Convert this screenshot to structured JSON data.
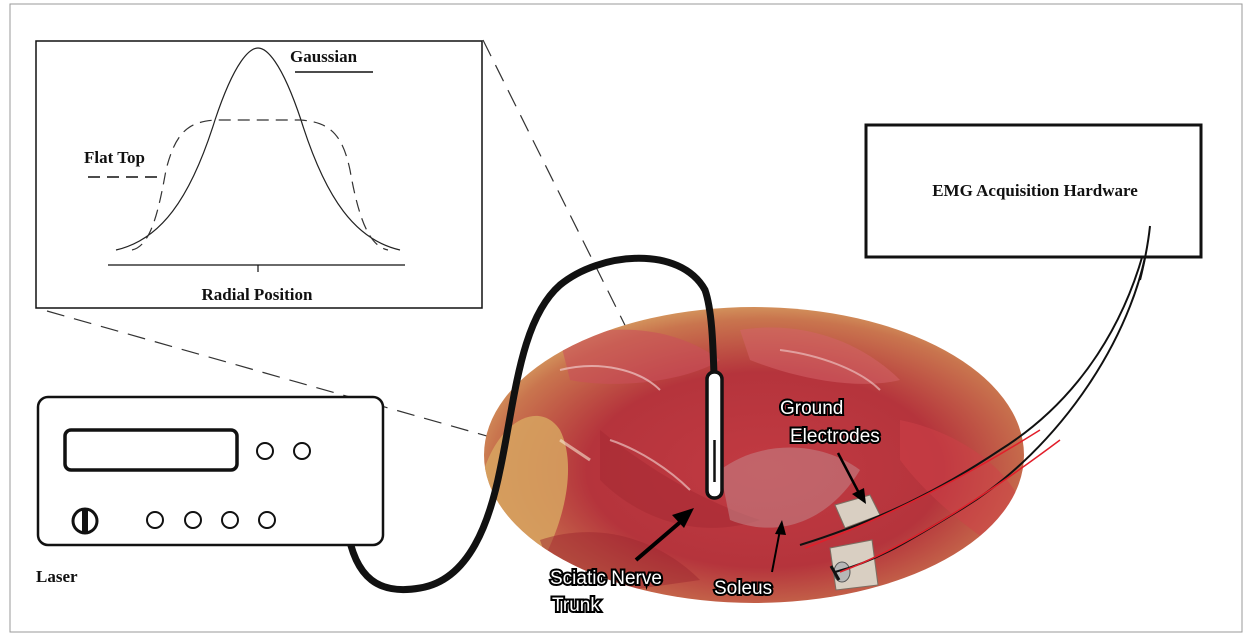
{
  "inset_plot": {
    "legend_gaussian": "Gaussian",
    "legend_flat_top": "Flat Top",
    "xlabel": "Radial Position"
  },
  "equipment": {
    "emg_box_label": "EMG Acquisition Hardware",
    "laser_label": "Laser"
  },
  "photo_labels": {
    "ground_electrodes_line1": "Ground",
    "ground_electrodes_line2": "Electrodes",
    "sciatic_line1": "Sciatic Nerve",
    "sciatic_line2": "Trunk",
    "soleus": "Soleus"
  },
  "laser_device": {
    "small_knob_count_top": 2,
    "small_knob_count_bottom": 4
  },
  "colors": {
    "frame": "#9a9a9a",
    "line": "#1a1a1a",
    "tissue": "#b8323a",
    "skin": "#d9a25a"
  }
}
